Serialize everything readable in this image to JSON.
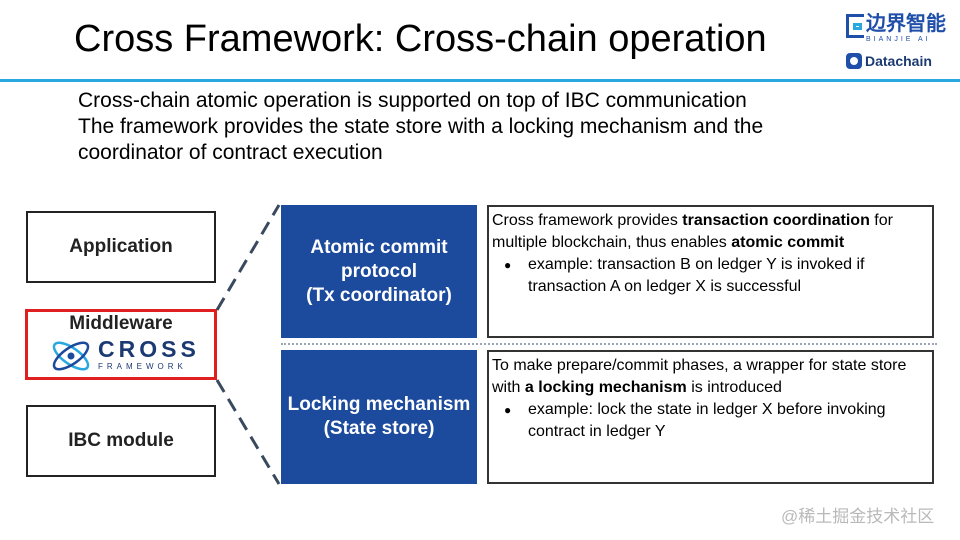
{
  "slide": {
    "title": "Cross Framework: Cross-chain operation",
    "bullets": [
      "Cross-chain atomic operation is supported on top of IBC communication",
      "The framework provides the state store with a locking mechanism and the",
      "coordinator of contract execution"
    ]
  },
  "logos": {
    "bianjie_cn": "边界智能",
    "bianjie_pinyin": "BIANJIE AI",
    "datachain": "Datachain",
    "cross_word": "CROSS",
    "cross_sub": "FRAMEWORK"
  },
  "stack": {
    "application": "Application",
    "middleware": "Middleware",
    "ibc_module": "IBC module"
  },
  "components": {
    "atomic_commit": {
      "line1": "Atomic commit",
      "line2": "protocol",
      "line3": "(Tx coordinator)",
      "desc_part1": "Cross framework provides ",
      "desc_bold1": "transaction coordination",
      "desc_part2": " for multiple blockchain, thus enables ",
      "desc_bold2": "atomic commit",
      "example": "example: transaction B on ledger Y is invoked if transaction A on ledger X is successful"
    },
    "locking": {
      "line1": "Locking mechanism",
      "line2": "(State store)",
      "desc_part1": "To make prepare/commit phases, a wrapper for state store with ",
      "desc_bold1": "a locking mechanism",
      "desc_part2": " is introduced",
      "example": "example: lock the state in ledger X before invoking contract in ledger Y"
    }
  },
  "colors": {
    "accent_rule": "#29a8e0",
    "component_blue": "#1c4a9c",
    "middleware_border": "#e02020"
  },
  "watermark": "@稀土掘金技术社区"
}
